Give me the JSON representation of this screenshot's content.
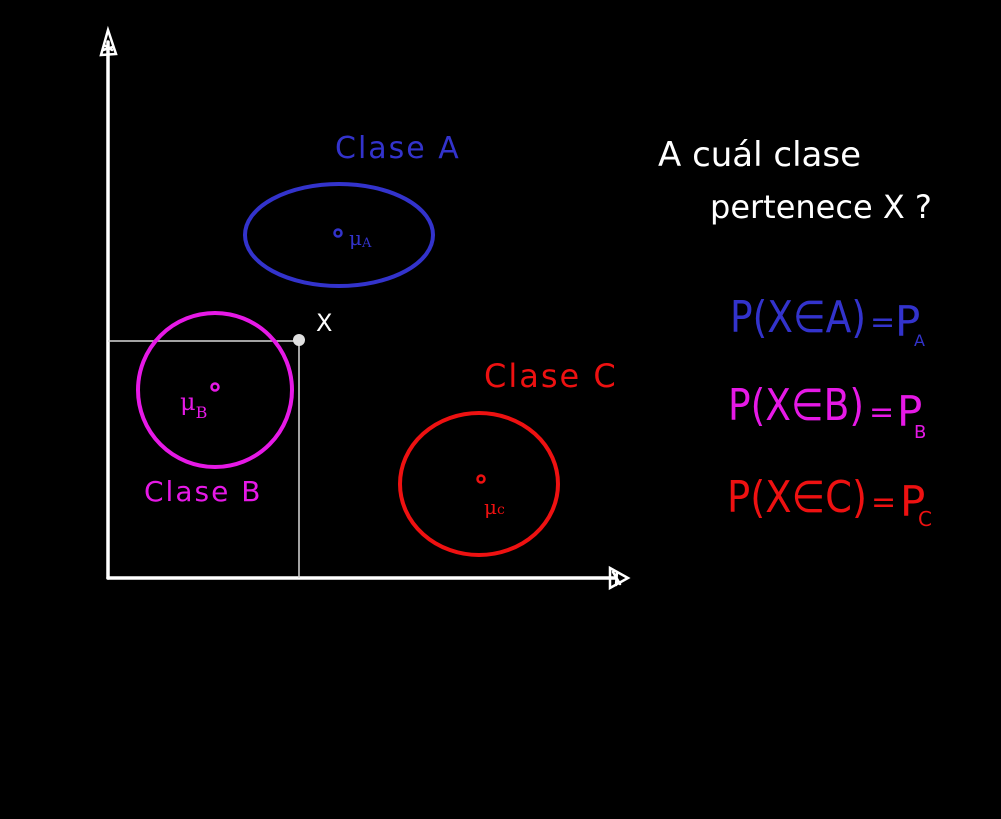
{
  "colors": {
    "background": "#000000",
    "axis": "#ffffff",
    "guide": "#d9d9d9",
    "point": "#e0e0e0",
    "class_a": "#3333cc",
    "class_b": "#e619e6",
    "class_c": "#ee1111",
    "question": "#ffffff"
  },
  "labels": {
    "class_a": "Clase A",
    "class_b": "Clase B",
    "class_c": "Clase C",
    "point_x": "X",
    "mu_a": "μ",
    "mu_a_sub": "A",
    "mu_b": "μ",
    "mu_b_sub": "B",
    "mu_c": "μ",
    "mu_c_sub": "c"
  },
  "question": {
    "line1": "A cuál clase",
    "line2": "pertenece X ?"
  },
  "equations": [
    {
      "id": "a",
      "lhs": "P(X∈A)",
      "eq": "=",
      "rhs": "P",
      "sub": "A"
    },
    {
      "id": "b",
      "lhs": "P(X∈B)",
      "eq": "=",
      "rhs": "P",
      "sub": "B"
    },
    {
      "id": "c",
      "lhs": "P(X∈C)",
      "eq": "=",
      "rhs": "P",
      "sub": "C"
    }
  ]
}
